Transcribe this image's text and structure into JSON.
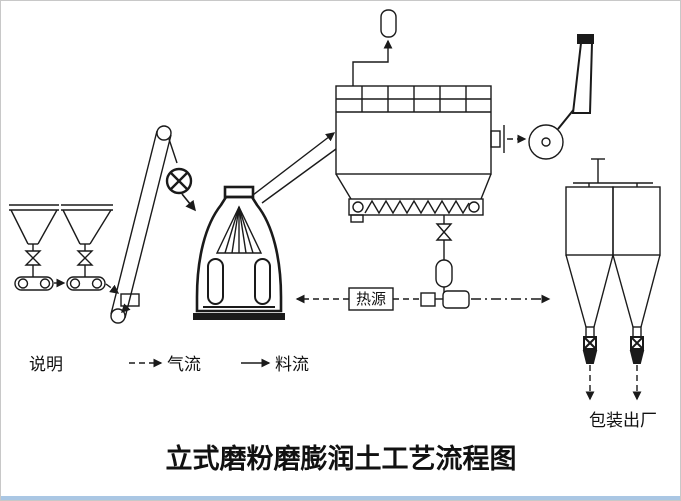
{
  "title": "立式磨粉磨膨润土工艺流程图",
  "labels": {
    "heat_source": "热源",
    "legend": "说明",
    "air_flow": "气流",
    "material_flow": "料流",
    "packaging": "包装出厂"
  },
  "legend_meaning": {
    "dashed_arrow": "气流",
    "solid_arrow": "料流"
  },
  "colors": {
    "line": "#1a1a1a",
    "background": "#ffffff",
    "border": "#c8c8c8",
    "bottom_strip": "#aac7e4"
  }
}
